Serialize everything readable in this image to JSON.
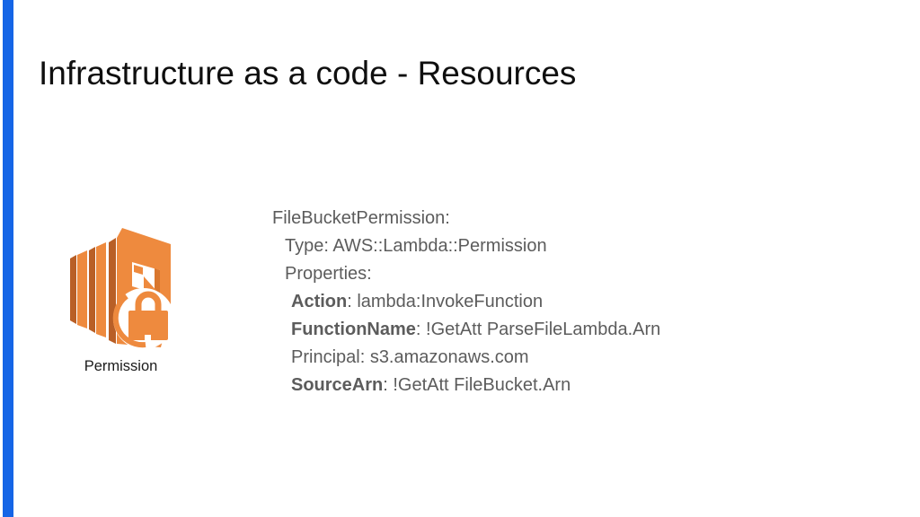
{
  "slide": {
    "title": "Infrastructure as a code - Resources",
    "accent_bar_color": "#1565e6",
    "background_color": "#ffffff"
  },
  "resource": {
    "icon": "aws-lambda-permission-icon",
    "label": "Permission",
    "icon_colors": {
      "orange": "#ee8a3e",
      "dark_orange": "#b95f26",
      "mid_orange": "#d9772e"
    }
  },
  "code": {
    "language": "yaml",
    "text_color": "#5c5c5c",
    "lines": [
      {
        "indent": 0,
        "segments": [
          {
            "text": "FileBucketPermission:",
            "bold": false
          }
        ]
      },
      {
        "indent": 1,
        "segments": [
          {
            "text": "Type: AWS::Lambda::Permission",
            "bold": false
          }
        ]
      },
      {
        "indent": 1,
        "segments": [
          {
            "text": "Properties:",
            "bold": false
          }
        ]
      },
      {
        "indent": 2,
        "segments": [
          {
            "text": "Action",
            "bold": true
          },
          {
            "text": ": lambda:InvokeFunction",
            "bold": false
          }
        ]
      },
      {
        "indent": 2,
        "segments": [
          {
            "text": "FunctionName",
            "bold": true
          },
          {
            "text": ": !GetAtt ParseFileLambda.Arn",
            "bold": false
          }
        ]
      },
      {
        "indent": 2,
        "segments": [
          {
            "text": "Principal: s3.amazonaws.com",
            "bold": false
          }
        ]
      },
      {
        "indent": 2,
        "segments": [
          {
            "text": "SourceArn",
            "bold": true
          },
          {
            "text": ": !GetAtt FileBucket.Arn",
            "bold": false
          }
        ]
      }
    ]
  }
}
